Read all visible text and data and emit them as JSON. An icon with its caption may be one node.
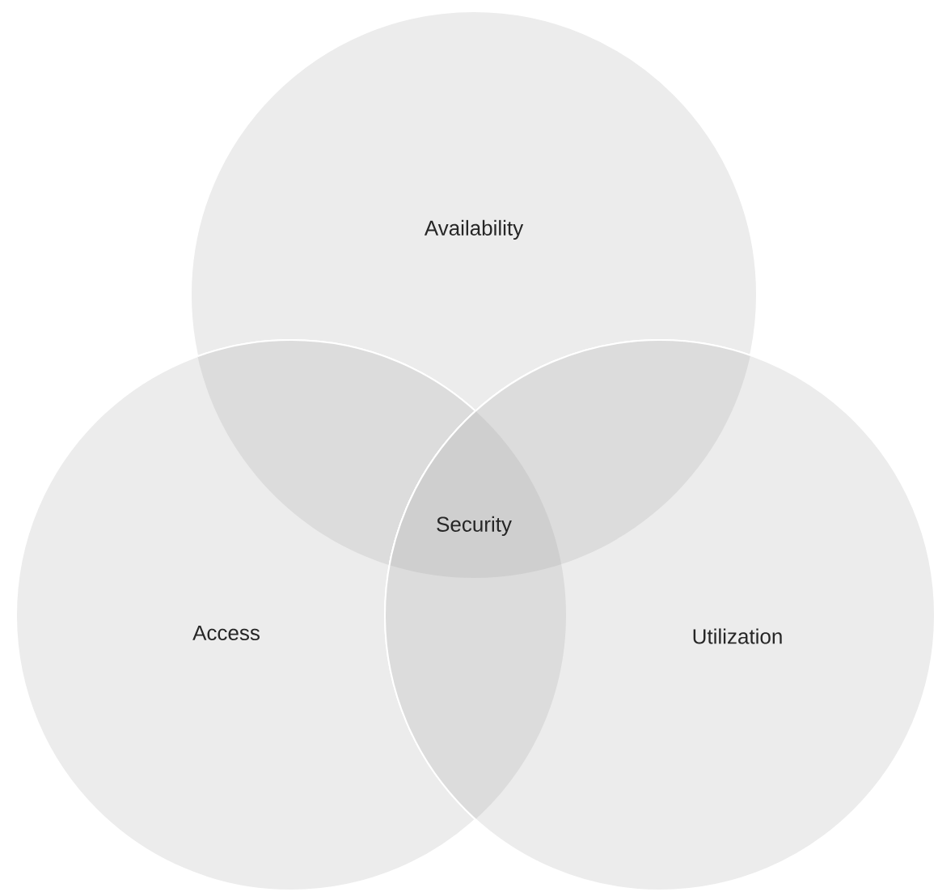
{
  "diagram": {
    "nodes": [
      {
        "text": [
          "Availability"
        ]
      },
      {
        "text": [
          "Access"
        ]
      },
      {
        "text": [
          "Utilization"
        ]
      }
    ],
    "labels": [
      "Security"
    ]
  }
}
